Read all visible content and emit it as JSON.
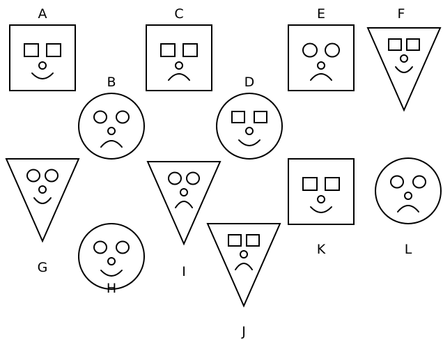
{
  "stroke_color": "#000000",
  "background_color": "#ffffff",
  "faces": [
    {
      "label": "A",
      "shape": "square",
      "eyes": "squares",
      "mouth": "smile"
    },
    {
      "label": "B",
      "shape": "circle",
      "eyes": "circles",
      "mouth": "frown"
    },
    {
      "label": "C",
      "shape": "square",
      "eyes": "squares",
      "mouth": "frown"
    },
    {
      "label": "D",
      "shape": "circle",
      "eyes": "squares",
      "mouth": "smile"
    },
    {
      "label": "E",
      "shape": "square",
      "eyes": "circles",
      "mouth": "frown"
    },
    {
      "label": "F",
      "shape": "triangle",
      "eyes": "squares",
      "mouth": "smile"
    },
    {
      "label": "G",
      "shape": "triangle",
      "eyes": "circles",
      "mouth": "smile"
    },
    {
      "label": "H",
      "shape": "circle",
      "eyes": "circles",
      "mouth": "smile"
    },
    {
      "label": "I",
      "shape": "triangle",
      "eyes": "circles",
      "mouth": "frown"
    },
    {
      "label": "J",
      "shape": "triangle",
      "eyes": "squares",
      "mouth": "frown"
    },
    {
      "label": "K",
      "shape": "square",
      "eyes": "squares",
      "mouth": "smile"
    },
    {
      "label": "L",
      "shape": "circle",
      "eyes": "circles",
      "mouth": "frown"
    }
  ]
}
